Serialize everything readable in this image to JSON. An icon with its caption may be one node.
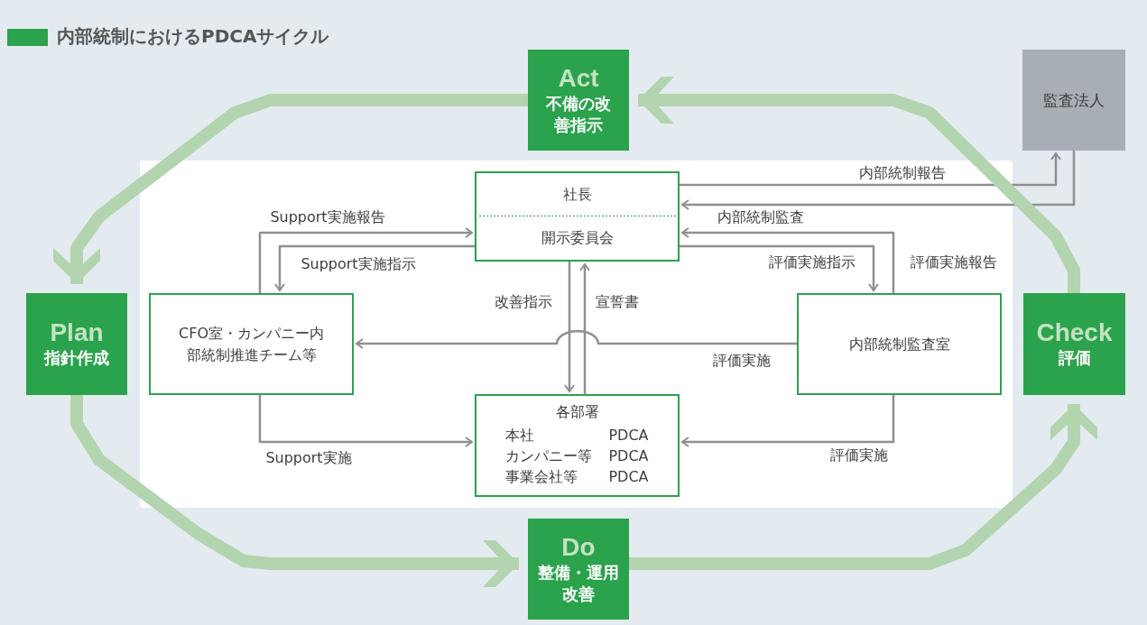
{
  "diagram": {
    "title": "内部統制におけるPDCAサイクル",
    "nodes": [
      {
        "text": [
          "Act",
          "不備の改善指示"
        ]
      },
      {
        "text": [
          "監査法人"
        ]
      },
      {
        "text": [
          "Plan",
          "指針作成"
        ]
      },
      {
        "text": [
          "Check",
          "評価"
        ]
      },
      {
        "text": [
          "Do",
          "整備・運用改善"
        ]
      },
      {
        "text": [
          "社長"
        ]
      },
      {
        "text": [
          "開示委員会"
        ]
      },
      {
        "text": [
          "CFO室・カンパニー内部統制推進チーム等"
        ]
      },
      {
        "text": [
          "内部統制監査室"
        ]
      },
      {
        "text": [
          "各部署",
          "本社",
          "PDCA",
          "カンパニー等",
          "PDCA",
          "事業会社等",
          "PDCA"
        ]
      }
    ],
    "edges": [
      {
        "from": 5,
        "to": 1,
        "arrow": "to",
        "label": "内部統制報告"
      },
      {
        "from": 1,
        "to": 5,
        "arrow": "to",
        "label": "内部統制監査"
      },
      {
        "from": 7,
        "to": 6,
        "arrow": "to",
        "label": "Support実施報告"
      },
      {
        "from": 6,
        "to": 7,
        "arrow": "to",
        "label": "Support実施指示"
      },
      {
        "from": 8,
        "to": 6,
        "arrow": "to",
        "label": "評価実施報告"
      },
      {
        "from": 6,
        "to": 8,
        "arrow": "to",
        "label": "評価実施指示"
      },
      {
        "from": 6,
        "to": 9,
        "arrow": "to",
        "label": "改善指示"
      },
      {
        "from": 9,
        "to": 6,
        "arrow": "to",
        "label": "宣誓書"
      },
      {
        "from": 8,
        "to": 7,
        "arrow": "to",
        "label": "評価実施"
      },
      {
        "from": 7,
        "to": 9,
        "arrow": "to",
        "label": "Support実施"
      },
      {
        "from": 8,
        "to": 9,
        "arrow": "to",
        "label": "評価実施"
      },
      {
        "from": 0,
        "to": 2,
        "arrow": "to",
        "style": "thick",
        "color": "#b2d4ae"
      },
      {
        "from": 2,
        "to": 4,
        "arrow": "to",
        "style": "thick",
        "color": "#b2d4ae"
      },
      {
        "from": 4,
        "to": 3,
        "arrow": "to",
        "style": "thick",
        "color": "#b2d4ae"
      },
      {
        "from": 3,
        "to": 0,
        "arrow": "to",
        "style": "thick",
        "color": "#b2d4ae"
      }
    ]
  }
}
